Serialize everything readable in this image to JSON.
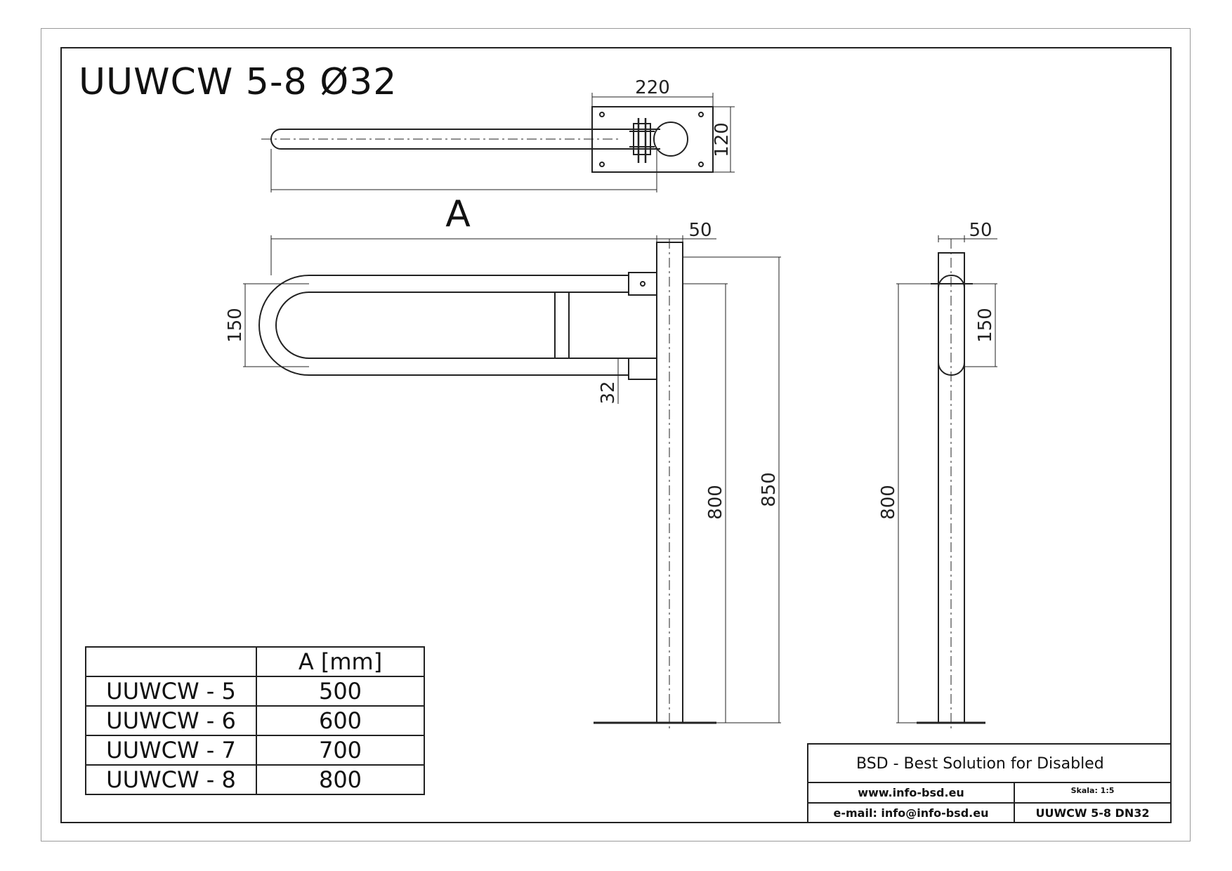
{
  "drawing": {
    "title": "UUWCW 5-8 Ø32",
    "dimensions": {
      "plate_width": "220",
      "plate_height": "120",
      "length_a": "A",
      "post_side_width": "50",
      "post_front_width": "50",
      "rail_spacing": "150",
      "rail_spacing_front": "150",
      "tube_diameter": "32",
      "post_height": "800",
      "post_height_front": "800",
      "rail_height": "850"
    }
  },
  "sizes_table": {
    "header_model": "",
    "header_a": "A [mm]",
    "rows": [
      {
        "model": "UUWCW - 5",
        "a": "500"
      },
      {
        "model": "UUWCW - 6",
        "a": "600"
      },
      {
        "model": "UUWCW - 7",
        "a": "700"
      },
      {
        "model": "UUWCW - 8",
        "a": "800"
      }
    ]
  },
  "title_block": {
    "company": "BSD - Best Solution for Disabled",
    "website": "www.info-bsd.eu",
    "scale": "Skala: 1:5",
    "email": "e-mail: info@info-bsd.eu",
    "code": "UUWCW 5-8 DN32"
  },
  "colors": {
    "line": "#222222",
    "frame_outer": "#9a9a9a",
    "background": "#ffffff"
  }
}
